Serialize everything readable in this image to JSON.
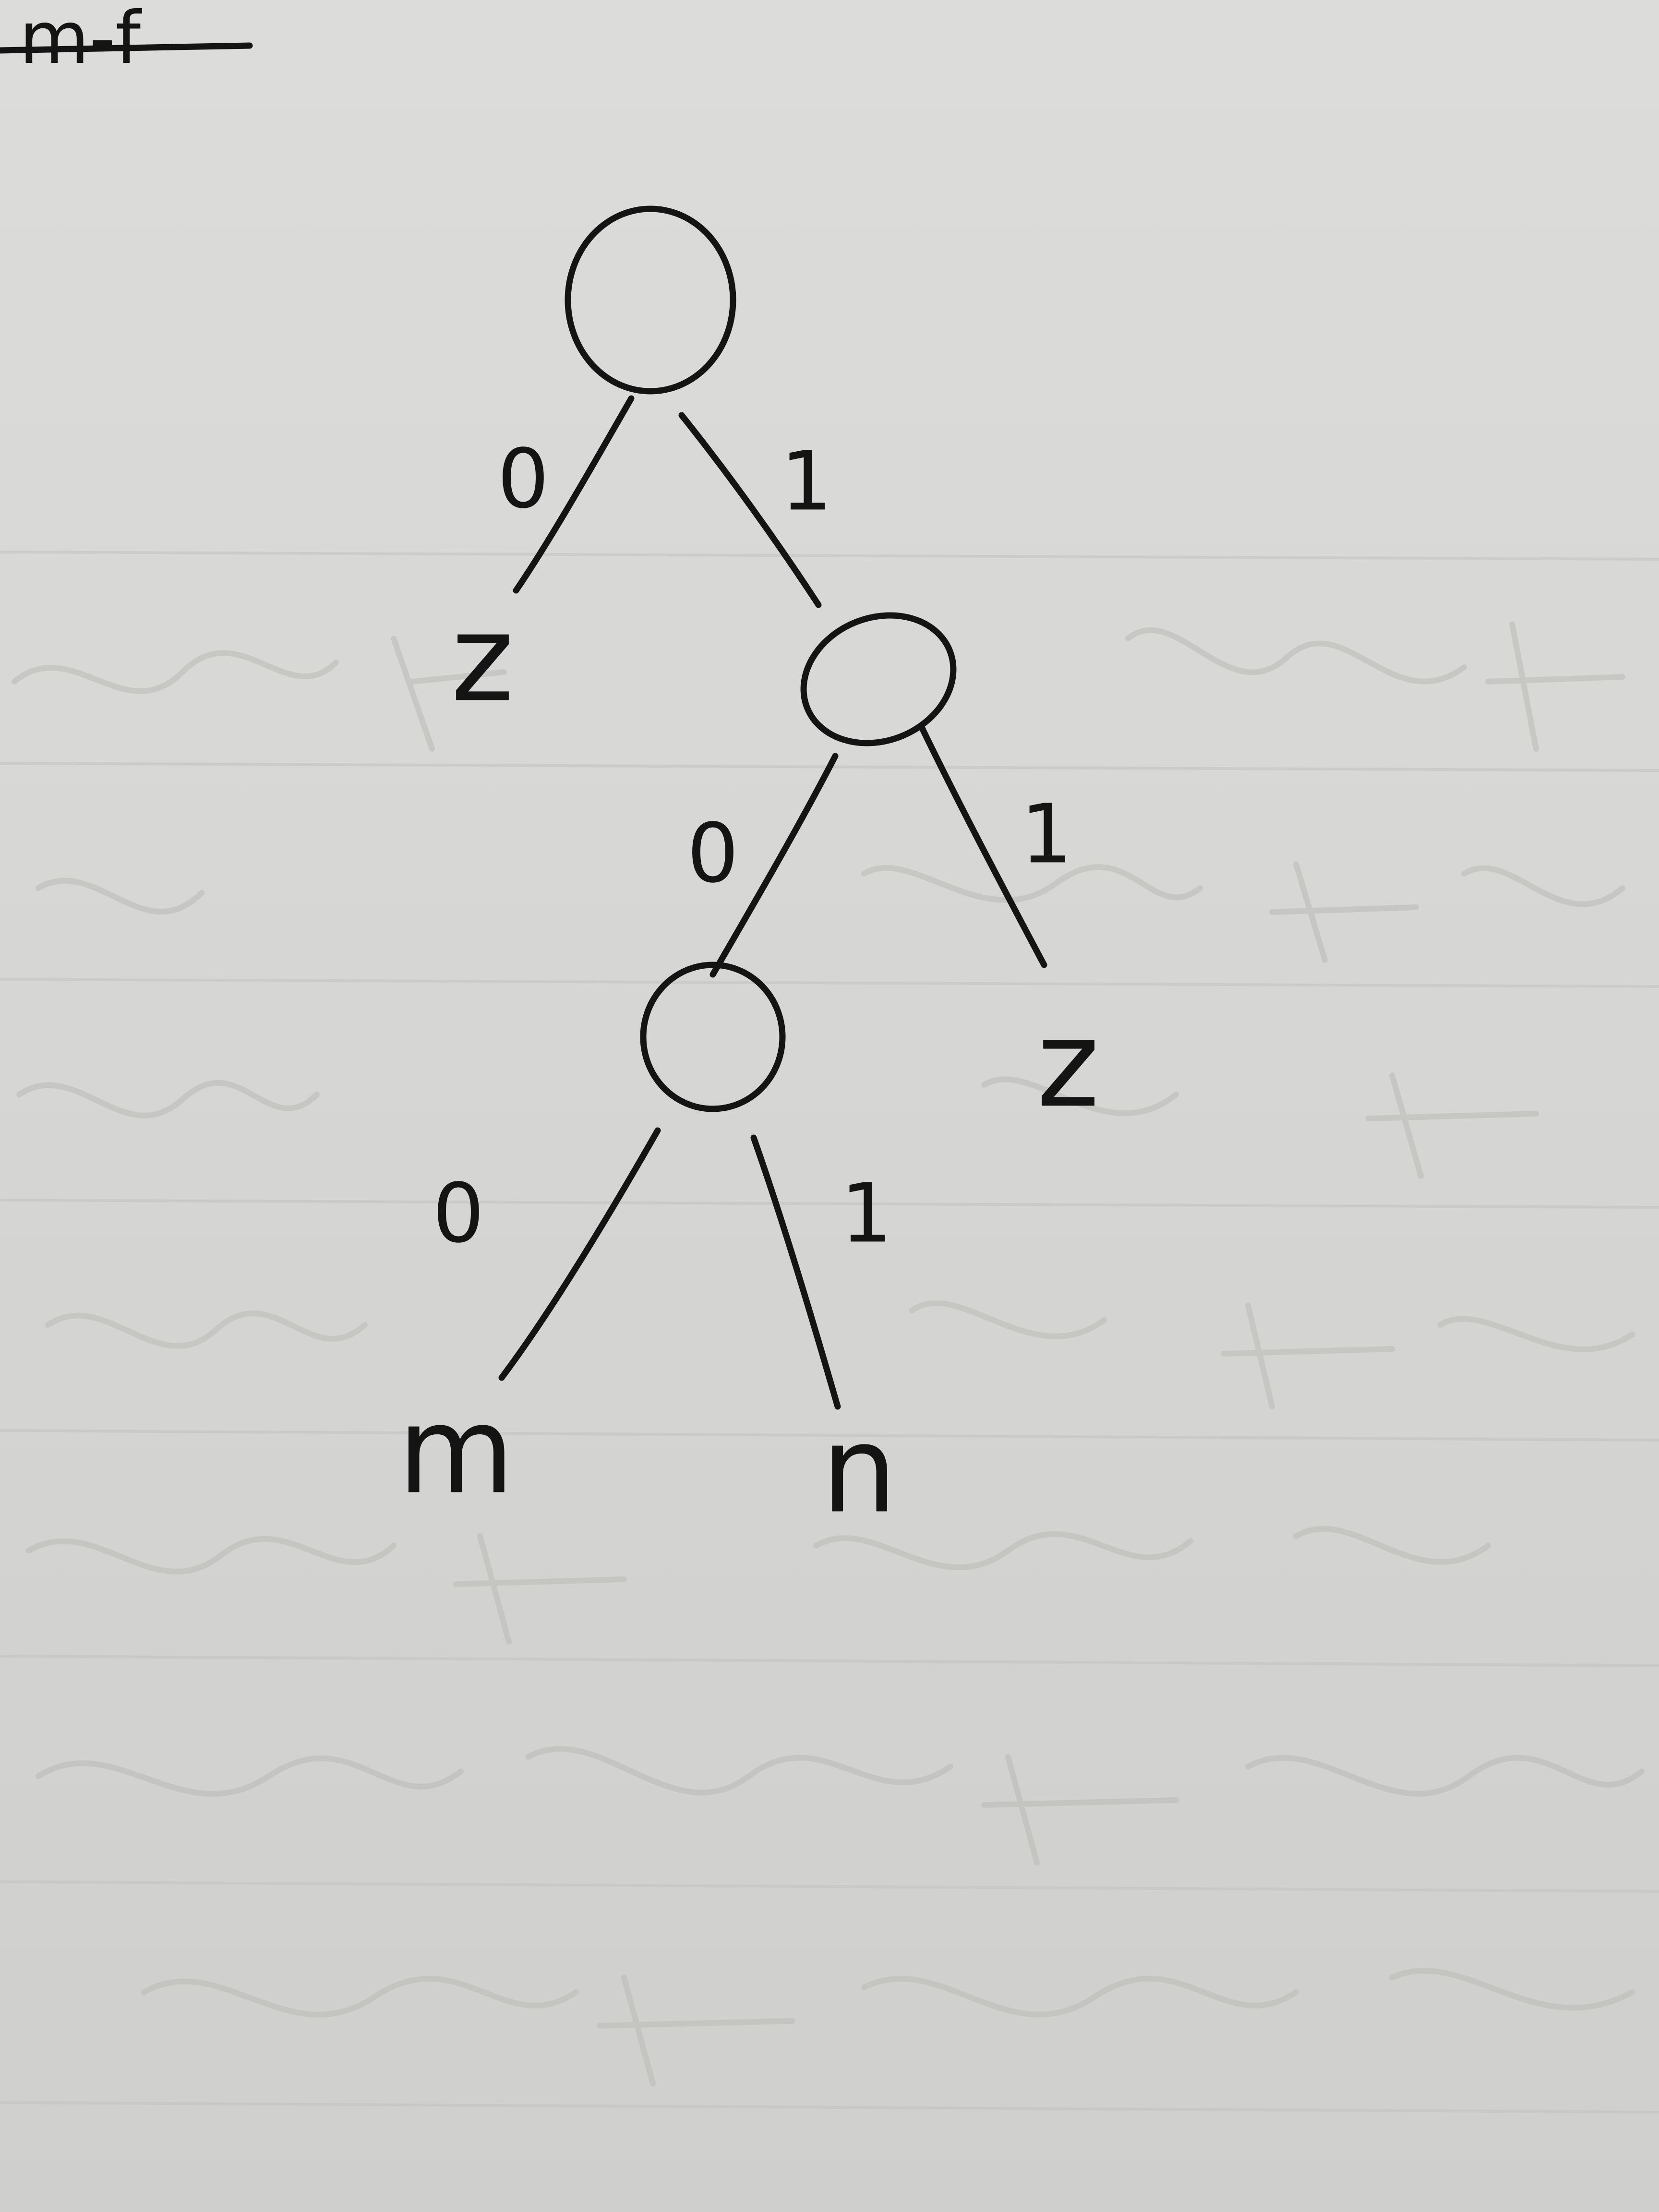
{
  "corner_note": "m-f",
  "tree": {
    "leaves": {
      "z_left": "z",
      "z_right": "z",
      "m": "m",
      "n": "n"
    },
    "edge_labels": {
      "root_left": "0",
      "root_right": "1",
      "node2_left": "0",
      "node2_right": "1",
      "node3_left": "0",
      "node3_right": "1"
    }
  }
}
